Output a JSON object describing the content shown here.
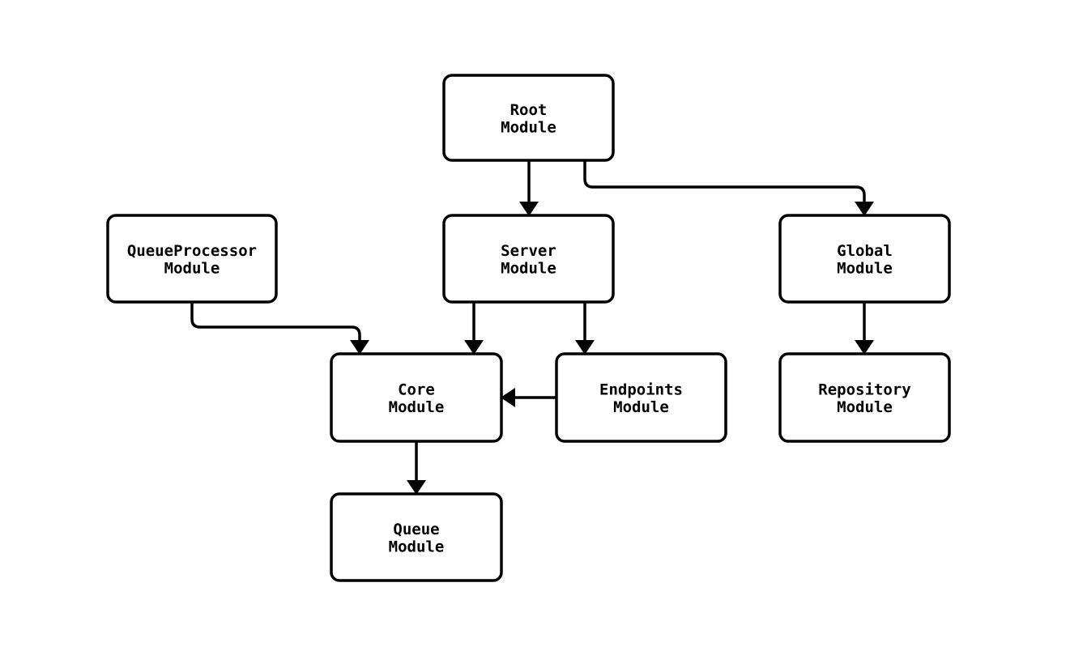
{
  "page": {
    "background": "#ffffff"
  },
  "diagram": {
    "type": "flowchart",
    "stroke_color": "#000000",
    "node_fill": "#ffffff",
    "text_color": "#000000",
    "nodes": [
      {
        "id": "root-module",
        "line1": "Root",
        "line2": "Module"
      },
      {
        "id": "queueprocessor-module",
        "line1": "QueueProcessor",
        "line2": "Module"
      },
      {
        "id": "server-module",
        "line1": "Server",
        "line2": "Module"
      },
      {
        "id": "global-module",
        "line1": "Global",
        "line2": "Module"
      },
      {
        "id": "core-module",
        "line1": "Core",
        "line2": "Module"
      },
      {
        "id": "endpoints-module",
        "line1": "Endpoints",
        "line2": "Module"
      },
      {
        "id": "repository-module",
        "line1": "Repository",
        "line2": "Module"
      },
      {
        "id": "queue-module",
        "line1": "Queue",
        "line2": "Module"
      }
    ],
    "edges": [
      {
        "from": "root-module",
        "to": "server-module"
      },
      {
        "from": "root-module",
        "to": "global-module"
      },
      {
        "from": "queueprocessor-module",
        "to": "core-module"
      },
      {
        "from": "server-module",
        "to": "core-module"
      },
      {
        "from": "server-module",
        "to": "endpoints-module"
      },
      {
        "from": "global-module",
        "to": "repository-module"
      },
      {
        "from": "endpoints-module",
        "to": "core-module"
      },
      {
        "from": "core-module",
        "to": "queue-module"
      }
    ]
  }
}
